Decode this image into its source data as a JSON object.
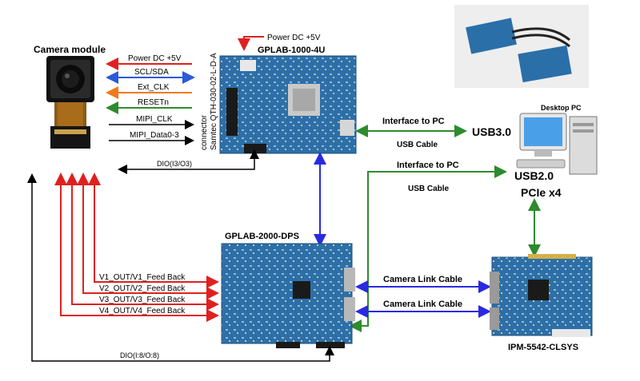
{
  "camera": {
    "title": "Camera module"
  },
  "signals": [
    {
      "label": "Power DC +5V",
      "color": "#e02020",
      "direction": "to-camera"
    },
    {
      "label": "SCL/SDA",
      "color": "#2a5bd7",
      "direction": "both"
    },
    {
      "label": "Ext_CLK",
      "color": "#f07a1a",
      "direction": "to-camera"
    },
    {
      "label": "RESETn",
      "color": "#2e8b2e",
      "direction": "to-camera"
    },
    {
      "label": "MIPI_CLK",
      "color": "#000000",
      "direction": "to-board"
    },
    {
      "label": "MIPI_Data0-3",
      "color": "#000000",
      "direction": "to-board"
    }
  ],
  "connector": {
    "line1": "connector",
    "line2": "Samtec QTH-030-02-L-D-A"
  },
  "board_1000": {
    "title": "GPLAB-1000-4U",
    "power_label": "Power DC +5V"
  },
  "dio_top": "DIO(I3/O3)",
  "pc_link": {
    "interface": "Interface to PC",
    "cable": "USB  Cable",
    "usb": "USB3.0"
  },
  "desktop": {
    "title": "Desktop PC",
    "usb2": "USB2.0",
    "pcie": "PCIe x4"
  },
  "pc_link2": {
    "interface": "Interface to PC",
    "cable": "USB  Cable"
  },
  "board_2000": {
    "title": "GPLAB-2000-DPS"
  },
  "feedback": [
    "V1_OUT/V1_Feed Back",
    "V2_OUT/V2_Feed Back",
    "V3_OUT/V3_Feed Back",
    "V4_OUT/V4_Feed Back"
  ],
  "camera_link": [
    "Camera Link Cable",
    "Camera Link Cable"
  ],
  "grabber": {
    "title": "IPM-5542-CLSYS"
  },
  "dio_bottom": "DIO(I:8/O:8)",
  "colors": {
    "pcb": "#2b6fa8",
    "red": "#e02020",
    "blue": "#2a2ae0",
    "green": "#2e8b2e",
    "black": "#000000"
  }
}
